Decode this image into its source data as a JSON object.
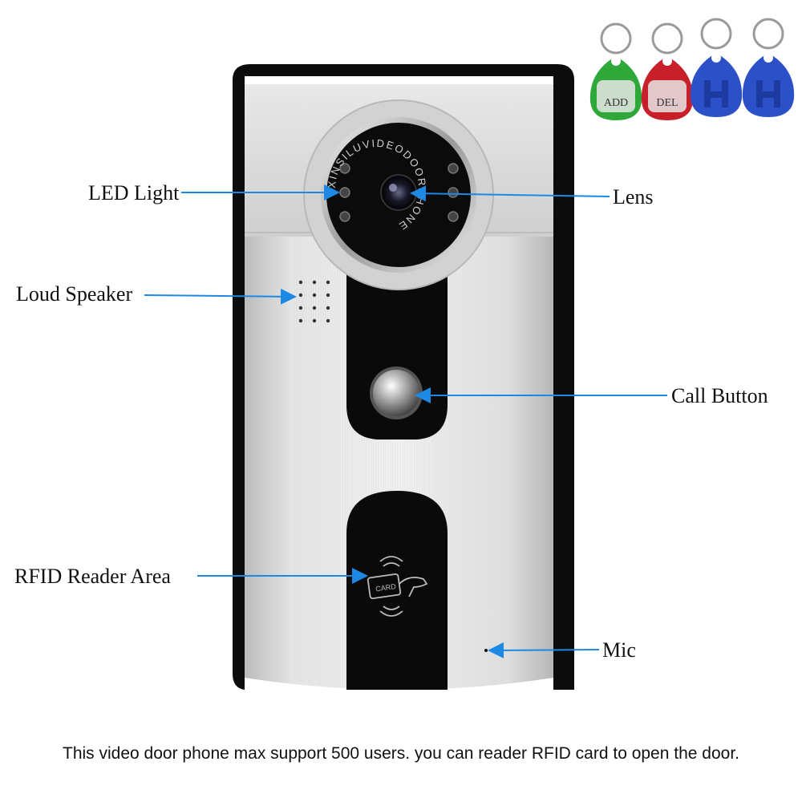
{
  "labels": {
    "led": "LED Light",
    "lens": "Lens",
    "speaker": "Loud Speaker",
    "call": "Call Button",
    "rfid": "RFID Reader Area",
    "mic": "Mic"
  },
  "lens_ring_text": "XINSILUVIDEODOORPHONE",
  "rfid_icon_text": "CARD",
  "keyfobs": [
    {
      "color": "#2fa83a",
      "text": "ADD",
      "kind": "green"
    },
    {
      "color": "#c8202a",
      "text": "DEL",
      "kind": "red"
    },
    {
      "color": "#2c50c8",
      "text": "",
      "kind": "blue"
    },
    {
      "color": "#2c50c8",
      "text": "",
      "kind": "blue"
    }
  ],
  "caption": "This video door phone max support 500 users. you can reader RFID card to open the door.",
  "colors": {
    "arrow": "#1e88e5",
    "frame": "#0c0c0c",
    "panel": "#d8d8d8",
    "strip": "#0a0a0a"
  }
}
